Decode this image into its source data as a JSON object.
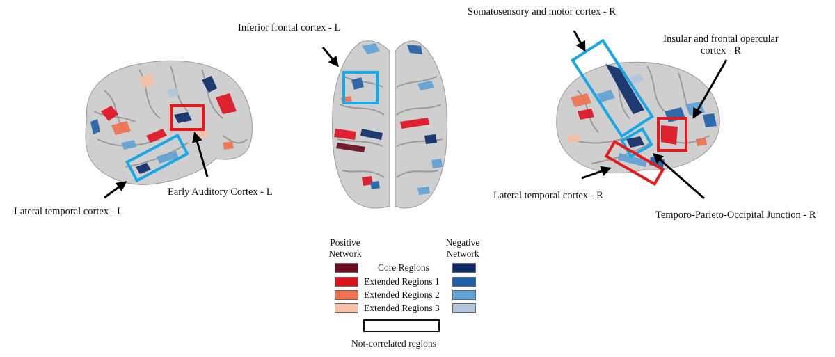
{
  "annotations": {
    "inferior_frontal_l": "Inferior frontal cortex - L",
    "somatosensory_motor_r": "Somatosensory and motor cortex - R",
    "insular_frontal_opercular_r_line1": "Insular and frontal opercular",
    "insular_frontal_opercular_r_line2": "cortex - R",
    "early_auditory_l": "Early Auditory Cortex - L",
    "lateral_temporal_l": "Lateral temporal cortex - L",
    "lateral_temporal_r": "Lateral temporal cortex - R",
    "tpo_junction_r": "Temporo-Parieto-Occipital Junction - R"
  },
  "legend": {
    "positive_header_line1": "Positive",
    "positive_header_line2": "Network",
    "negative_header_line1": "Negative",
    "negative_header_line2": "Network",
    "rows": [
      {
        "label": "Core Regions",
        "positive_color": "#6b0a1a",
        "negative_color": "#0b2a66"
      },
      {
        "label": "Extended Regions 1",
        "positive_color": "#e0101e",
        "negative_color": "#2060a8"
      },
      {
        "label": "Extended Regions 2",
        "positive_color": "#f0704e",
        "negative_color": "#5fa2d6"
      },
      {
        "label": "Extended Regions 3",
        "positive_color": "#f8c0a6",
        "negative_color": "#b2c6de"
      }
    ],
    "not_correlated_label": "Not-correlated regions"
  },
  "colors": {
    "highlight_red": "#e41a1c",
    "highlight_blue": "#1aa7e6",
    "cortex_gray": "#c9c9c9"
  }
}
